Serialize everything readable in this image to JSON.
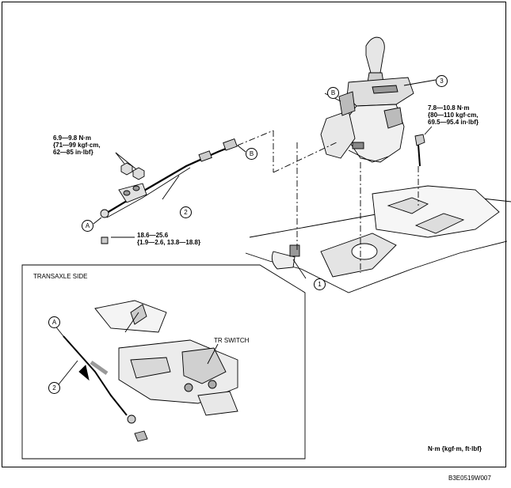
{
  "torque": {
    "t1": [
      "6.9—9.8 N·m",
      "{71—99 kgf·cm,",
      "62—85 in·lbf}"
    ],
    "t2": [
      "18.6—25.6",
      "{1.9—2.6, 13.8—18.8}"
    ],
    "t3": [
      "7.8—10.8 N·m",
      "{80—110 kgf·cm,",
      "69.5—95.4 in·lbf}"
    ]
  },
  "callouts": {
    "part1": "1",
    "part2": "2",
    "part3": "3",
    "ref_a": "A",
    "ref_b": "B"
  },
  "inset": {
    "title": "TRANSAXLE SIDE",
    "tr_switch": "TR SWITCH"
  },
  "units_note": "N·m {kgf·m, ft·lbf}",
  "figure_code": "B3E0519W007"
}
